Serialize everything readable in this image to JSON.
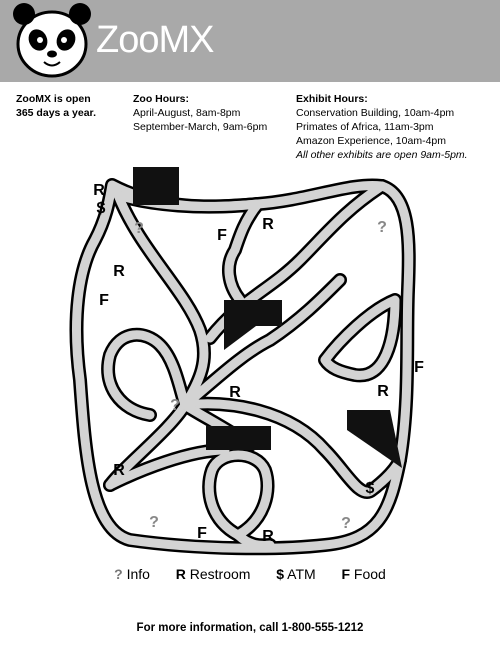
{
  "brand": {
    "name_zoo": "Zoo",
    "name_mx": "MX"
  },
  "info": {
    "open_title_line1": "ZooMX is open",
    "open_title_line2": "365 days a year.",
    "zoo_hours_title": "Zoo Hours:",
    "zoo_hours_1": "April-August, 8am-8pm",
    "zoo_hours_2": "September-March, 9am-6pm",
    "exhibit_hours_title": "Exhibit Hours:",
    "exhibit_1": "Conservation Building, 10am-4pm",
    "exhibit_2": "Primates of Africa, 11am-3pm",
    "exhibit_3": "Amazon Experience, 10am-4pm",
    "exhibit_note": "All other exhibits are open 9am-5pm."
  },
  "map": {
    "symbols": {
      "info": "?",
      "restroom": "R",
      "atm": "$",
      "food": "F"
    },
    "colors": {
      "path": "#d3d3d3",
      "outline": "#000000",
      "info": "#888888",
      "building": "#111111"
    }
  },
  "legend": {
    "info_symbol": "?",
    "info_label": "Info",
    "restroom_symbol": "R",
    "restroom_label": "Restroom",
    "atm_symbol": "$",
    "atm_label": "ATM",
    "food_symbol": "F",
    "food_label": "Food"
  },
  "footer": {
    "text": "For more information, call 1-800-555-1212"
  }
}
